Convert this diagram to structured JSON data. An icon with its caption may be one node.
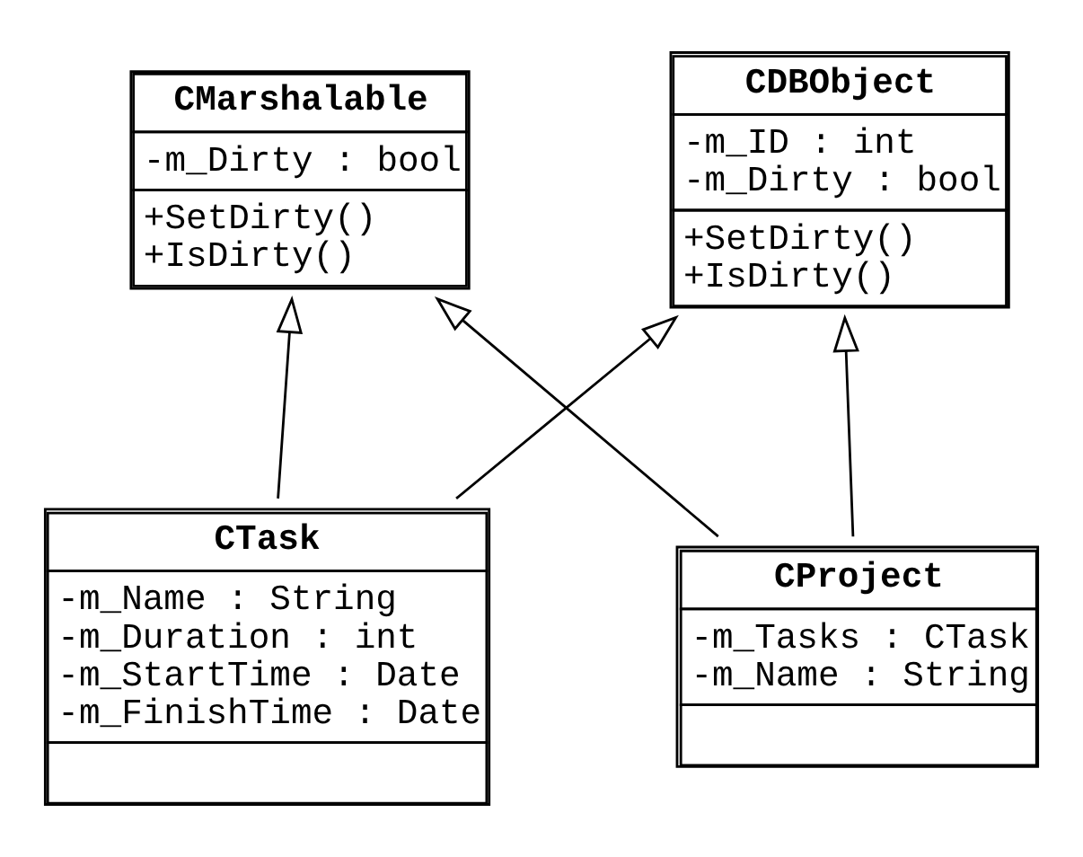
{
  "diagram": {
    "nodes": [
      {
        "text": [
          "CMarshalable",
          "-m_Dirty : bool",
          "+SetDirty() +IsDirty()"
        ]
      },
      {
        "text": [
          "CDBObject",
          "-m_ID : int -m_Dirty : bool",
          "+SetDirty() +IsDirty()"
        ]
      },
      {
        "text": [
          "CTask",
          "-m_Name : String -m_Duration : int -m_StartTime : Date -m_FinishTime : Date"
        ]
      },
      {
        "text": [
          "CProject",
          "-m_Tasks : CTask -m_Name : String"
        ]
      }
    ],
    "edges": [
      {
        "from": 2,
        "to": 0,
        "arrow": "to"
      },
      {
        "from": 2,
        "to": 1,
        "arrow": "to"
      },
      {
        "from": 3,
        "to": 0,
        "arrow": "to"
      },
      {
        "from": 3,
        "to": 1,
        "arrow": "to"
      }
    ]
  }
}
